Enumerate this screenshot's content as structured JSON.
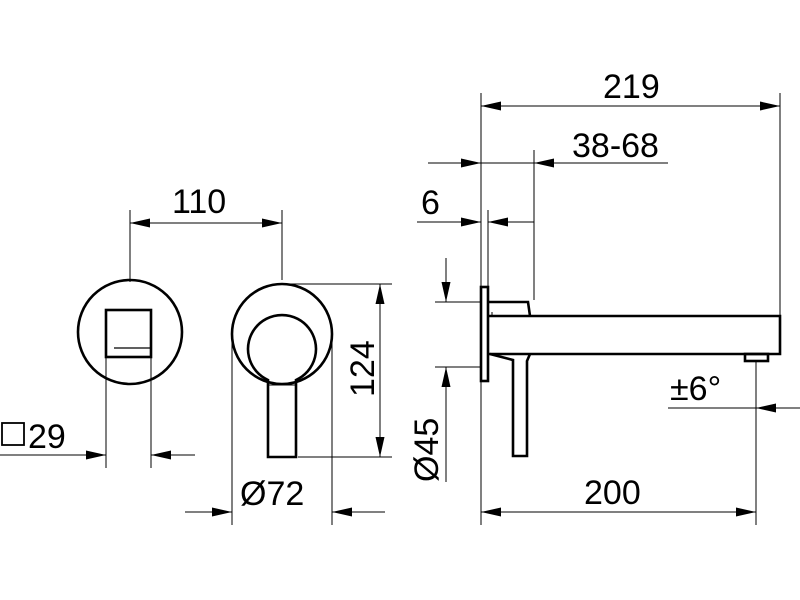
{
  "colors": {
    "line": "#000000",
    "background": "#ffffff"
  },
  "dimensions": {
    "square_symbol": "□",
    "square_size": "29",
    "width_110": "110",
    "diameter_72": "Ø72",
    "height_124": "124",
    "diameter_45": "Ø45",
    "projection_219": "219",
    "range_38_68": "38-68",
    "depth_6": "6",
    "swivel": "±6°",
    "length_200": "200"
  }
}
